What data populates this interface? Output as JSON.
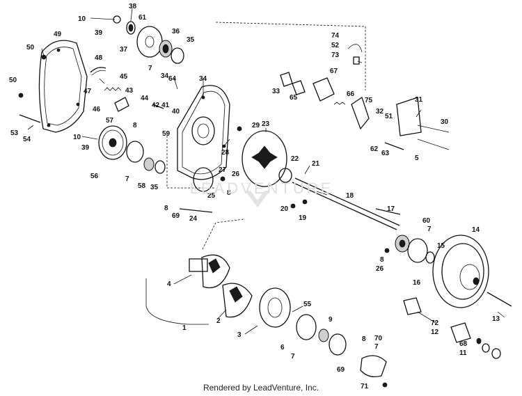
{
  "watermark": "LEADVENTURE",
  "footer": "Rendered by LeadVenture, Inc.",
  "callouts": [
    "10",
    "38",
    "39",
    "61",
    "36",
    "37",
    "7",
    "35",
    "49",
    "50",
    "48",
    "47",
    "46",
    "45",
    "43",
    "44",
    "42",
    "41",
    "40",
    "34",
    "64",
    "34",
    "50",
    "53",
    "54",
    "10",
    "39",
    "57",
    "8",
    "59",
    "7",
    "58",
    "35",
    "56",
    "28",
    "27",
    "26",
    "25",
    "8",
    "29",
    "23",
    "22",
    "21",
    "20",
    "19",
    "18",
    "17",
    "24",
    "8",
    "69",
    "33",
    "65",
    "74",
    "52",
    "73",
    "67",
    "66",
    "75",
    "32",
    "51",
    "31",
    "30",
    "62",
    "63",
    "5",
    "60",
    "7",
    "8",
    "26",
    "15",
    "16",
    "14",
    "13",
    "4",
    "2",
    "3",
    "1",
    "55",
    "9",
    "6",
    "7",
    "69",
    "70",
    "7",
    "8",
    "71",
    "72",
    "12",
    "68",
    "11"
  ]
}
